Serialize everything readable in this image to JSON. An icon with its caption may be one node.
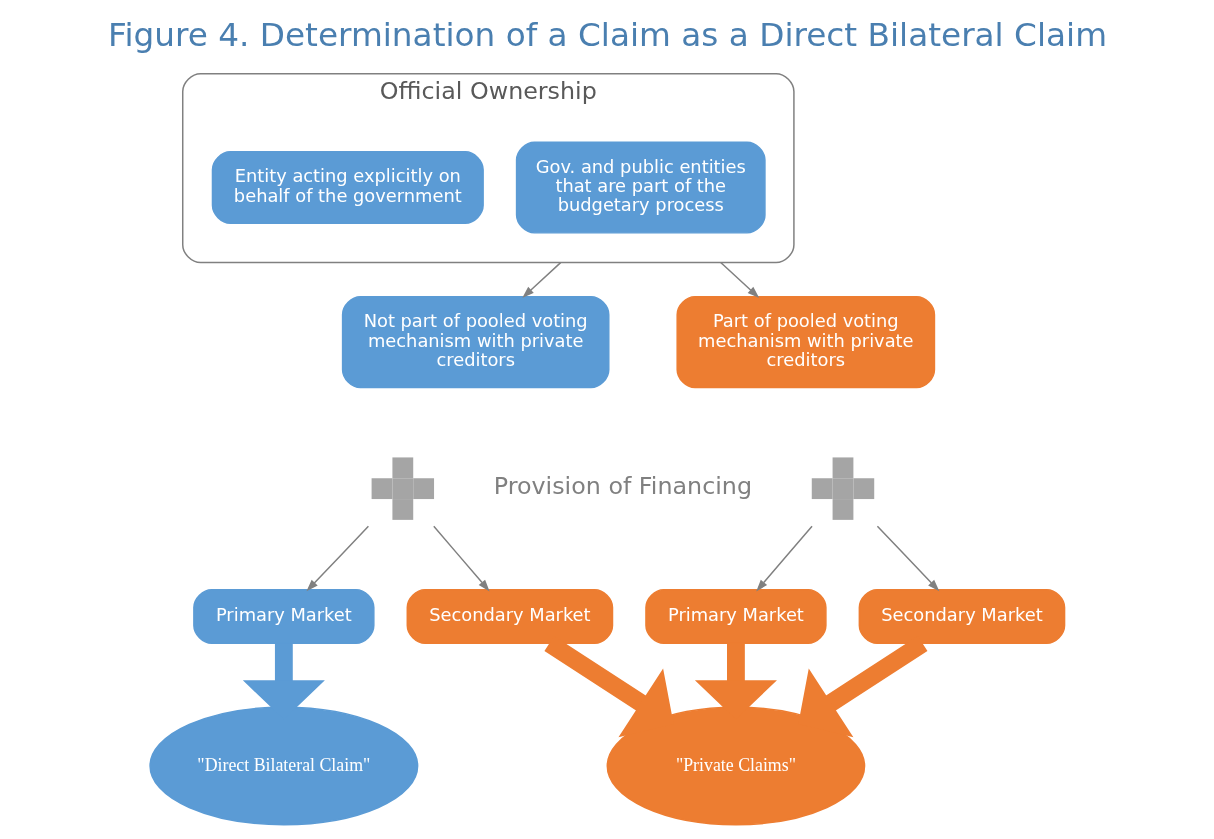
{
  "diagram": {
    "title": "Figure 4. Determination of a Claim as a Direct Bilateral Claim",
    "nodes": [
      {
        "text": [
          "Official Ownership"
        ]
      },
      {
        "text": [
          "Gov. and public entities that are part of the budgetary process"
        ],
        "in": 0
      },
      {
        "text": [
          "Entity acting explicitly on behalf of the government"
        ],
        "in": 0
      },
      {
        "text": [
          "Not part of pooled voting mechanism with private creditors"
        ]
      },
      {
        "text": [
          "Part of pooled voting mechanism with private creditors"
        ]
      },
      {
        "text": [],
        "shape": "cross"
      },
      {
        "text": [],
        "shape": "cross"
      },
      {
        "text": [
          "Primary Market"
        ]
      },
      {
        "text": [
          "Secondary Market"
        ]
      },
      {
        "text": [
          "Primary Market"
        ]
      },
      {
        "text": [
          "Secondary Market"
        ]
      },
      {
        "text": [
          "\"Direct Bilateral Claim\""
        ]
      },
      {
        "text": [
          "\"Private Claims\""
        ]
      }
    ],
    "edges": [
      {
        "from": 0,
        "to": 3,
        "arrow": "to"
      },
      {
        "from": 0,
        "to": 4,
        "arrow": "to"
      },
      {
        "from": 5,
        "to": 7,
        "arrow": "to"
      },
      {
        "from": 5,
        "to": 8,
        "arrow": "to"
      },
      {
        "from": 6,
        "to": 9,
        "arrow": "to"
      },
      {
        "from": 6,
        "to": 10,
        "arrow": "to"
      },
      {
        "from": 7,
        "to": 11,
        "arrow": "to",
        "style": "thick",
        "color": "#5b9bd5"
      },
      {
        "from": 8,
        "to": 12,
        "arrow": "to",
        "style": "thick",
        "color": "#ed7d31"
      },
      {
        "from": 9,
        "to": 12,
        "arrow": "to",
        "style": "thick",
        "color": "#ed7d31"
      },
      {
        "from": 10,
        "to": 12,
        "arrow": "to",
        "style": "thick",
        "color": "#ed7d31"
      }
    ],
    "labels": [
      "Provision of Financing"
    ]
  }
}
